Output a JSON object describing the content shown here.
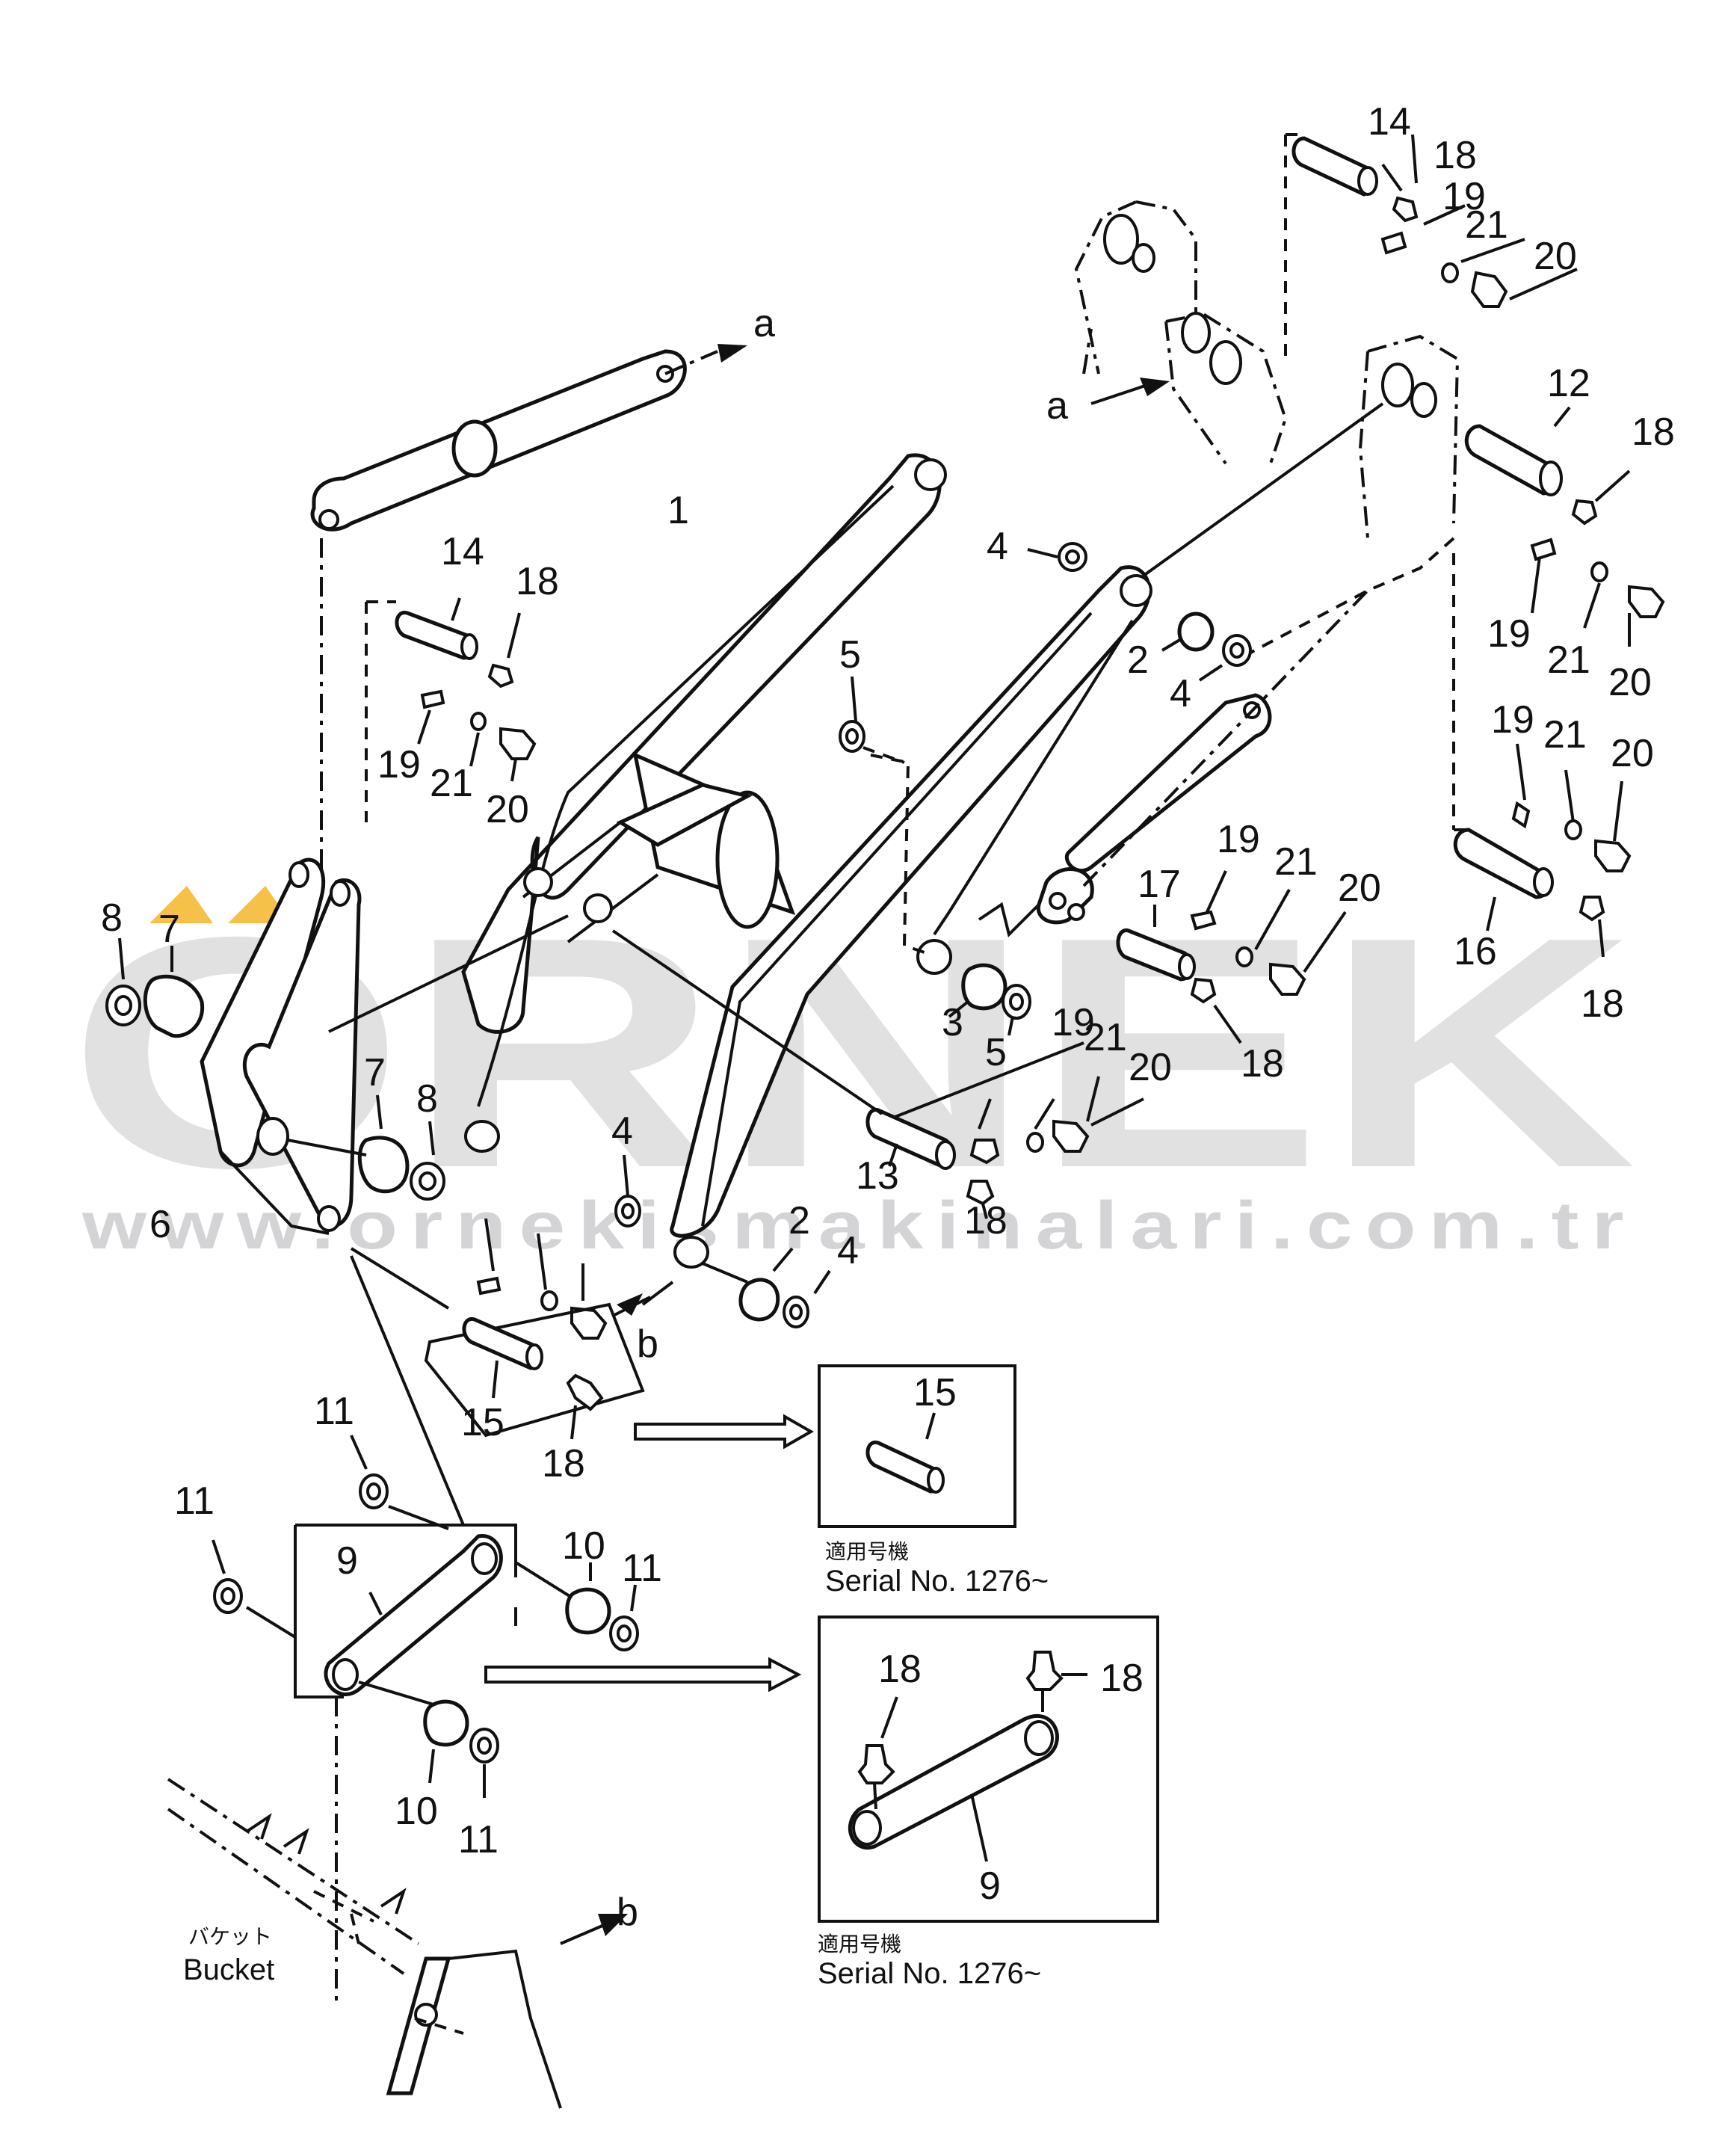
{
  "watermark": {
    "brand": "ORNEK",
    "url": "www.ornekismakinalari.com.tr",
    "accent_color": "#f2b21c",
    "text_color": "#c9c9cc"
  },
  "labels": {
    "part_numbers": [
      "1",
      "2",
      "2",
      "3",
      "4",
      "4",
      "4",
      "4",
      "5",
      "5",
      "6",
      "7",
      "7",
      "8",
      "8",
      "9",
      "9",
      "10",
      "10",
      "11",
      "11",
      "11",
      "11",
      "12",
      "13",
      "14",
      "14",
      "15",
      "15",
      "16",
      "17",
      "18",
      "18",
      "18",
      "18",
      "18",
      "18",
      "18",
      "18",
      "18",
      "18",
      "19",
      "19",
      "19",
      "19",
      "19",
      "19",
      "20",
      "20",
      "20",
      "20",
      "20",
      "20",
      "21",
      "21",
      "21",
      "21",
      "21",
      "21"
    ],
    "ref_a_top": "a",
    "ref_a_right": "a",
    "ref_b_mid": "b",
    "ref_b_bottom": "b"
  },
  "insets": {
    "inset1": {
      "part_label": "15",
      "caption_jp": "適用号機",
      "caption_en": "Serial No. 1276~"
    },
    "inset2": {
      "part_labels": [
        "18",
        "18",
        "9"
      ],
      "caption_jp": "適用号機",
      "caption_en": "Serial No. 1276~"
    }
  },
  "bucket": {
    "label_jp": "バケット",
    "label_en": "Bucket"
  }
}
